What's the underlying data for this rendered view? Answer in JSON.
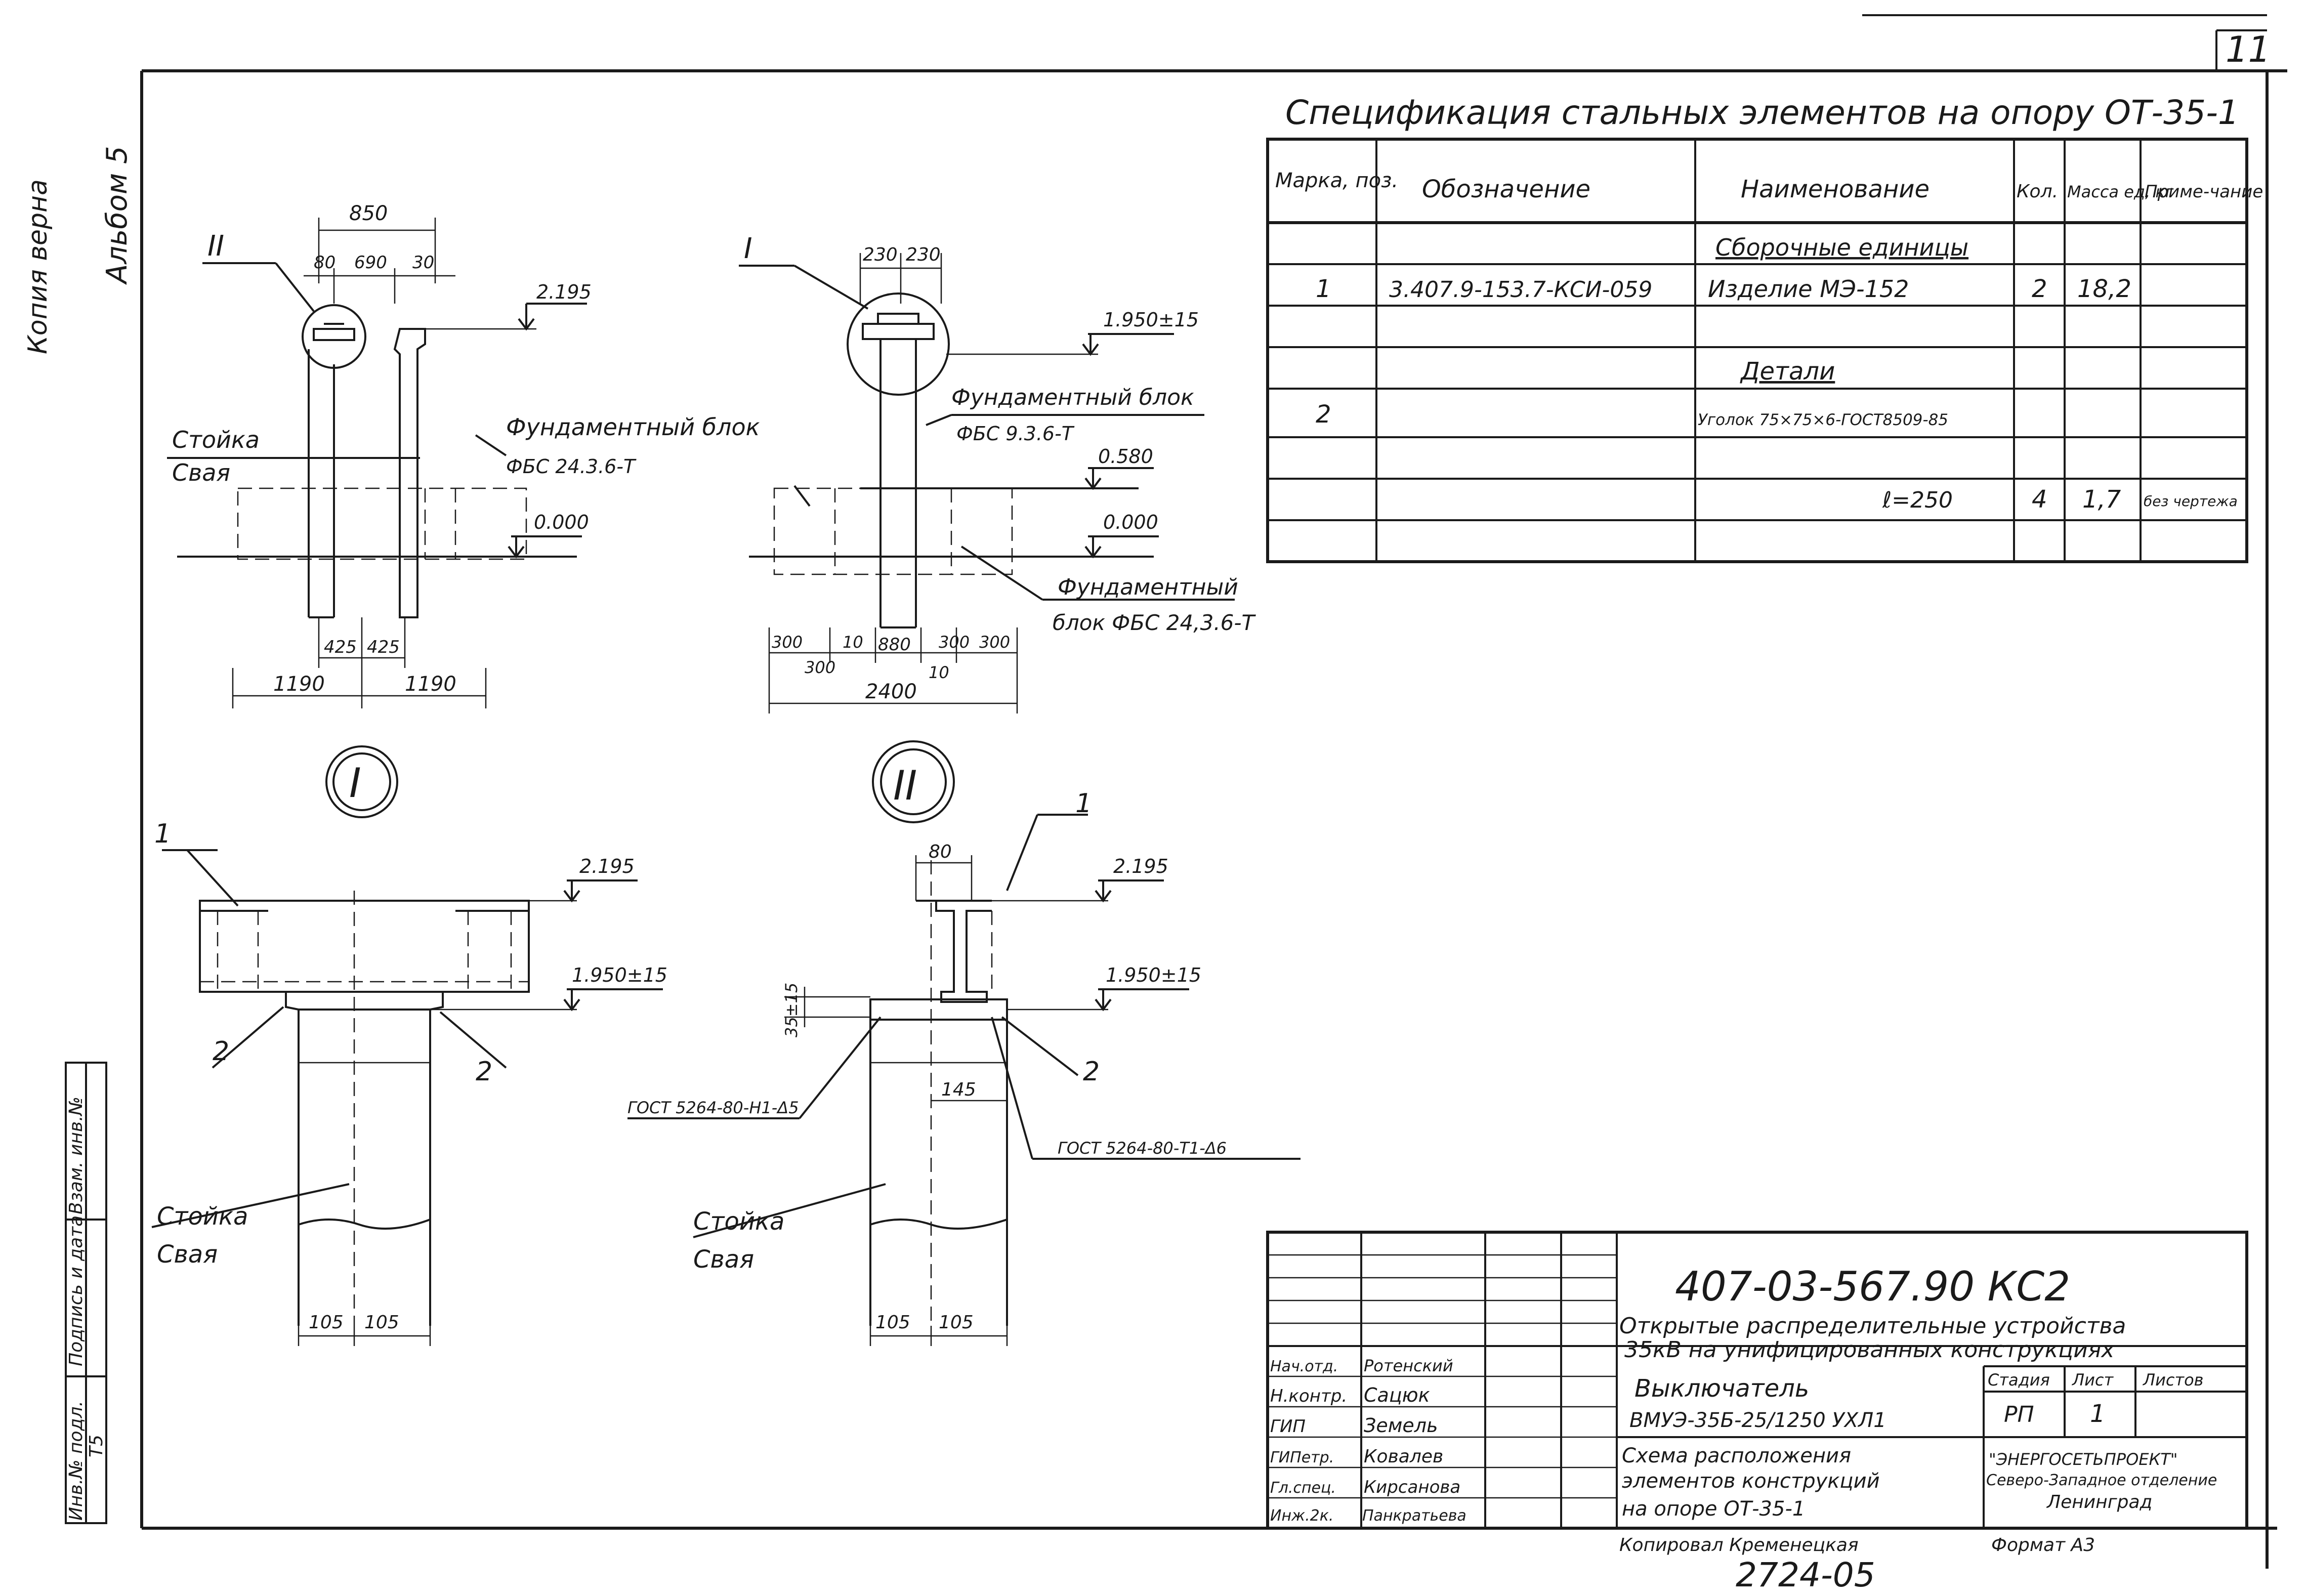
{
  "margin": {
    "top_left_note": "Копия верна",
    "album": "Альбом 5",
    "sheet_number": "11",
    "side_stamp": [
      "Инв.№ подл.",
      "Подпись и дата",
      "Взам. инв.№"
    ],
    "side_stamp_value": "Т5"
  },
  "spec": {
    "title": "Спецификация стальных элементов на опору ОТ-35-1",
    "headers": [
      "Марка, поз.",
      "Обозначение",
      "Наименование",
      "Кол.",
      "Масса ед, кг",
      "Приме-чание"
    ],
    "rows": [
      [
        "",
        "",
        "Сборочные единицы",
        "",
        "",
        ""
      ],
      [
        "1",
        "3.407.9-153.7-КСИ-059",
        "Изделие МЭ-152",
        "2",
        "18,2",
        ""
      ],
      [
        "",
        "",
        "",
        "",
        "",
        ""
      ],
      [
        "",
        "",
        "Детали",
        "",
        "",
        ""
      ],
      [
        "2",
        "",
        "Уголок 75×75×6-ГОСТ8509-85",
        "",
        "",
        ""
      ],
      [
        "",
        "",
        "",
        "",
        "",
        ""
      ],
      [
        "",
        "",
        "ℓ=250",
        "4",
        "1,7",
        "без чертежа"
      ],
      [
        "",
        "",
        "",
        "",
        "",
        ""
      ]
    ]
  },
  "view_left": {
    "dim_850": "850",
    "dim_80": "80",
    "dim_690": "690",
    "dim_30": "30",
    "level_2195": "2.195",
    "callout": "II",
    "post_label": "Стойка",
    "pile_label": "Свая",
    "block_label_1": "Фундаментный блок",
    "block_label_2": "ФБС 24.3.6-Т",
    "level_0000": "0.000",
    "dim_425a": "425",
    "dim_425b": "425",
    "dim_1190a": "1190",
    "dim_1190b": "1190"
  },
  "view_middle": {
    "dim_230a": "230",
    "dim_230b": "230",
    "callout": "I",
    "level_1950": "1.950±15",
    "block_label_1": "Фундаментный блок",
    "block_label_2": "ФБС 9.3.6-Т",
    "level_0580": "0.580",
    "level_0000": "0.000",
    "block2_label_1": "Фундаментный",
    "block2_label_2": "блок ФБС 24,3.6-Т",
    "dim_300a": "300",
    "dim_300b": "300",
    "dim_10a": "10",
    "dim_880": "880",
    "dim_300c": "300",
    "dim_300d": "300",
    "dim_10b": "10",
    "dim_2400": "2400"
  },
  "detail_I": {
    "mark": "I",
    "pos1": "1",
    "pos2a": "2",
    "pos2b": "2",
    "level_2195": "2.195",
    "level_1950": "1.950±15",
    "post_label": "Стойка",
    "pile_label": "Свая",
    "dim_105a": "105",
    "dim_105b": "105"
  },
  "detail_II": {
    "mark": "II",
    "pos1": "1",
    "pos2": "2",
    "dim_80": "80",
    "level_2195": "2.195",
    "level_1950": "1.950±15",
    "dim_35": "35±15",
    "weld_left": "ГОСТ 5264-80-Н1-Δ5",
    "weld_right": "ГОСТ 5264-80-Т1-Δ6",
    "dim_145": "145",
    "post_label": "Стойка",
    "pile_label": "Свая",
    "dim_105a": "105",
    "dim_105b": "105"
  },
  "title_block": {
    "code": "407-03-567.90 КС2",
    "project_1": "Открытые распределительные устройства",
    "project_2": "35кВ на унифицированных конструкциях",
    "roles": [
      "Нач.отд.",
      "Н.контр.",
      "ГИП",
      "ГИПетр.",
      "Гл.спец.",
      "Инж.2к."
    ],
    "names": [
      "Ротенский",
      "Сацюк",
      "Земель",
      "Ковалев",
      "Кирсанова",
      "Панкратьева"
    ],
    "item_1": "Выключатель",
    "item_2": "ВМУЭ-35Б-25/1250 УХЛ1",
    "sheet_title_1": "Схема расположения",
    "sheet_title_2": "элементов конструкций",
    "sheet_title_3": "на опоре ОТ-35-1",
    "h_stage": "Стадия",
    "h_sheet": "Лист",
    "h_sheets": "Листов",
    "stage": "РП",
    "sheet": "1",
    "org_1": "\"ЭНЕРГОСЕТЬПРОЕКТ\"",
    "org_2": "Северо-Западное отделение",
    "org_3": "Ленинград",
    "copied": "Копировал Кременецкая",
    "format": "Формат А3",
    "inventory": "2724-05"
  }
}
